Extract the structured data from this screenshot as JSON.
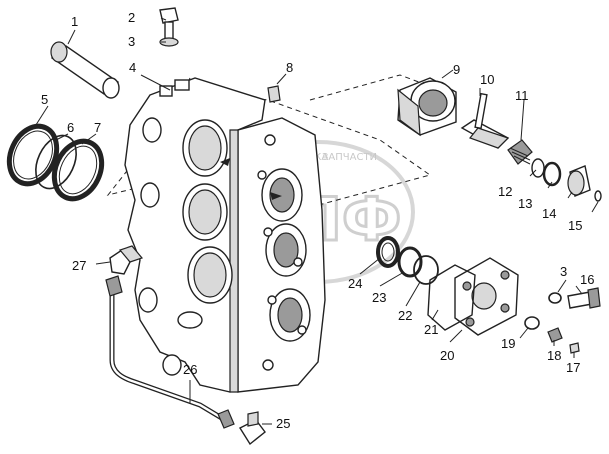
{
  "watermark": {
    "line1": "ТЕХНИКА",
    "line2": "ЗАПЧАСТИ",
    "logo": "ЭЛФ",
    "color": "#b8b8b8"
  },
  "callouts": [
    {
      "id": "1",
      "text": "1"
    },
    {
      "id": "2",
      "text": "2"
    },
    {
      "id": "3a",
      "text": "3"
    },
    {
      "id": "4",
      "text": "4"
    },
    {
      "id": "5",
      "text": "5"
    },
    {
      "id": "6",
      "text": "6"
    },
    {
      "id": "7",
      "text": "7"
    },
    {
      "id": "8",
      "text": "8"
    },
    {
      "id": "9",
      "text": "9"
    },
    {
      "id": "10",
      "text": "10"
    },
    {
      "id": "11",
      "text": "11"
    },
    {
      "id": "12",
      "text": "12"
    },
    {
      "id": "13",
      "text": "13"
    },
    {
      "id": "14",
      "text": "14"
    },
    {
      "id": "15",
      "text": "15"
    },
    {
      "id": "3b",
      "text": "3"
    },
    {
      "id": "16",
      "text": "16"
    },
    {
      "id": "17",
      "text": "17"
    },
    {
      "id": "18",
      "text": "18"
    },
    {
      "id": "19",
      "text": "19"
    },
    {
      "id": "20",
      "text": "20"
    },
    {
      "id": "21",
      "text": "21"
    },
    {
      "id": "22",
      "text": "22"
    },
    {
      "id": "23",
      "text": "23"
    },
    {
      "id": "24",
      "text": "24"
    },
    {
      "id": "25",
      "text": "25"
    },
    {
      "id": "26",
      "text": "26"
    },
    {
      "id": "27",
      "text": "27"
    }
  ]
}
